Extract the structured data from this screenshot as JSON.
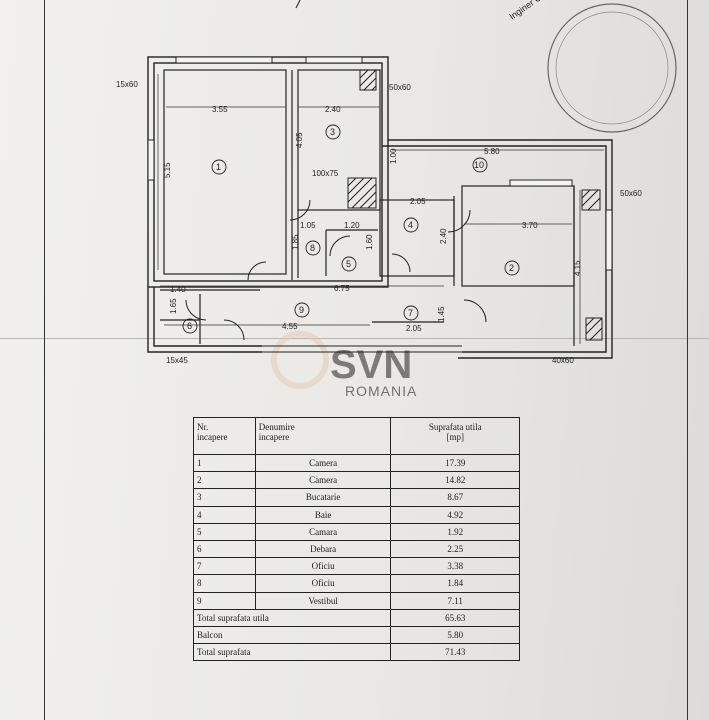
{
  "plan": {
    "dimensions": [
      "3.55",
      "2.40",
      "5.80",
      "3.70",
      "5.15",
      "4.05",
      "1.00",
      "1.05",
      "1.20",
      "2.05",
      "2.40",
      "1.85",
      "1.60",
      "1.40",
      "1.65",
      "6.75",
      "4.55",
      "2.05",
      "1.45",
      "4.15"
    ],
    "vent_labels": [
      "15x60",
      "50x60",
      "100x75",
      "50x60",
      "15x45",
      "40x60"
    ],
    "room_numbers": [
      "1",
      "2",
      "3",
      "4",
      "5",
      "6",
      "7",
      "8",
      "9",
      "10"
    ],
    "stamp_text": "Inginer CAL"
  },
  "watermark": {
    "logo": "SVN",
    "sub": "ROMANIA"
  },
  "table": {
    "headers": {
      "nr": "Nr.",
      "nr2": "incapere",
      "name": "Denumire",
      "name2": "incapere",
      "area": "Suprafata utila",
      "area_unit": "[mp]"
    },
    "rows": [
      {
        "nr": "1",
        "name": "Camera",
        "area": "17.39"
      },
      {
        "nr": "2",
        "name": "Camera",
        "area": "14.82"
      },
      {
        "nr": "3",
        "name": "Bucatarie",
        "area": "8.67"
      },
      {
        "nr": "4",
        "name": "Baie",
        "area": "4.92"
      },
      {
        "nr": "5",
        "name": "Camara",
        "area": "1.92"
      },
      {
        "nr": "6",
        "name": "Debara",
        "area": "2.25"
      },
      {
        "nr": "7",
        "name": "Oficiu",
        "area": "3.38"
      },
      {
        "nr": "8",
        "name": "Oficiu",
        "area": "1.84"
      },
      {
        "nr": "9",
        "name": "Vestibul",
        "area": "7.11"
      }
    ],
    "totals": [
      {
        "label": "Total suprafata utila",
        "value": "65.63"
      },
      {
        "label": "Balcon",
        "value": "5.80"
      },
      {
        "label": "Total suprafata",
        "value": "71.43"
      }
    ]
  }
}
